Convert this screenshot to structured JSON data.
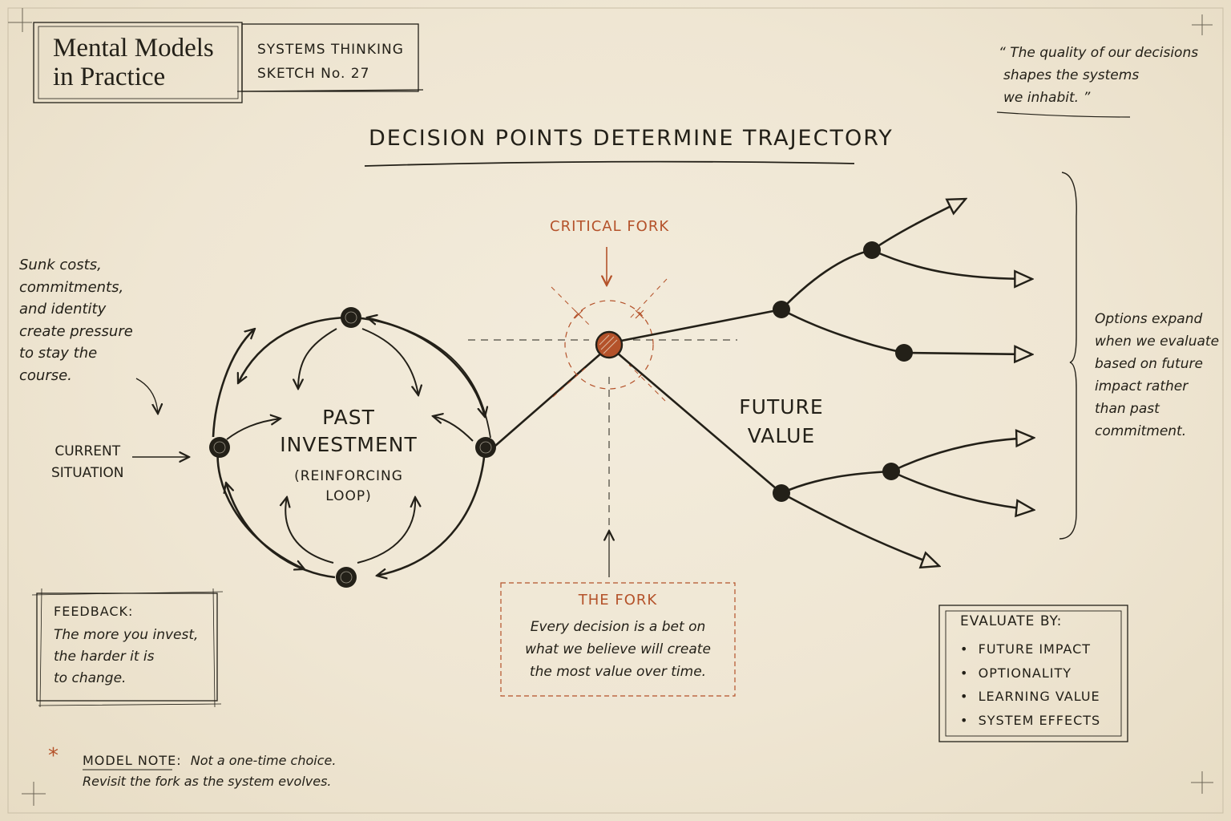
{
  "header": {
    "title_lines": [
      "Mental Models",
      "in Practice"
    ],
    "subtitle_lines": [
      "SYSTEMS THINKING",
      "SKETCH  No. 27"
    ]
  },
  "quote": {
    "lines": [
      "“ The quality of our decisions",
      "shapes the systems",
      "we inhabit. ”"
    ]
  },
  "main_title": "DECISION POINTS DETERMINE TRAJECTORY",
  "left_note": {
    "lines": [
      "Sunk costs,",
      "commitments,",
      "and identity",
      "create pressure",
      "to stay the",
      "course."
    ]
  },
  "current_situation": {
    "lines": [
      "CURRENT",
      "SITUATION"
    ]
  },
  "loop": {
    "title_lines": [
      "PAST",
      "INVESTMENT"
    ],
    "subtitle_lines": [
      "(REINFORCING",
      "LOOP)"
    ]
  },
  "critical_fork_label": "CRITICAL FORK",
  "future_value": {
    "lines": [
      "FUTURE",
      "VALUE"
    ]
  },
  "right_note": {
    "lines": [
      "Options expand",
      "when we evaluate",
      "based on future",
      "impact rather",
      "than past",
      "commitment."
    ]
  },
  "feedback_box": {
    "title": "FEEDBACK:",
    "lines": [
      "The more you invest,",
      "the harder it is",
      "to change."
    ]
  },
  "fork_box": {
    "title": "THE FORK",
    "lines": [
      "Every decision is a bet on",
      "what we believe will create",
      "the most value over time."
    ]
  },
  "evaluate_box": {
    "title": "EVALUATE BY:",
    "items": [
      "FUTURE IMPACT",
      "OPTIONALITY",
      "LEARNING VALUE",
      "SYSTEM EFFECTS"
    ]
  },
  "model_note": {
    "asterisk": "*",
    "label": "MODEL NOTE:",
    "text": "Not a one-time choice.",
    "line2": "Revisit the fork as the system evolves."
  },
  "colors": {
    "ink": "#232018",
    "accent": "#b4522a",
    "paper": "#efe6d3"
  }
}
